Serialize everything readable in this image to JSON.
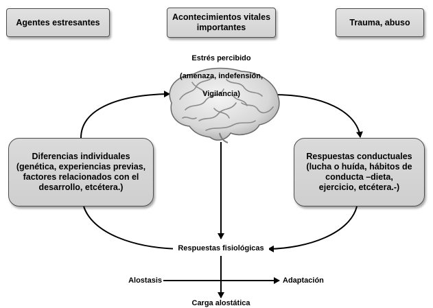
{
  "top_boxes": {
    "stressors": "Agentes estresantes",
    "life_events_line1": "Acontecimientos vitales",
    "life_events_line2": "importantes",
    "trauma": "Trauma, abuso"
  },
  "perceived_stress": {
    "line1": "Estrés percibido",
    "line2": "(amenaza, indefensión,",
    "line3": "Vigilancia)"
  },
  "brain": {
    "icon": "brain-icon"
  },
  "individual_differences": {
    "line1": "Diferencias individuales",
    "line2": "(genética, experiencias previas,",
    "line3": "factores relacionados con el",
    "line4": "desarrollo, etcétera.)"
  },
  "behavioral_responses": {
    "line1": "Respuestas conductuales",
    "line2": "(lucha o huída, hábitos de",
    "line3": "conducta  –dieta,",
    "line4": "ejercicio, etcétera.-)"
  },
  "physiological_responses": "Respuestas fisiológicas",
  "allostasis": "Alostasis",
  "adaptation": "Adaptación",
  "allostatic_load": "Carga alostática"
}
